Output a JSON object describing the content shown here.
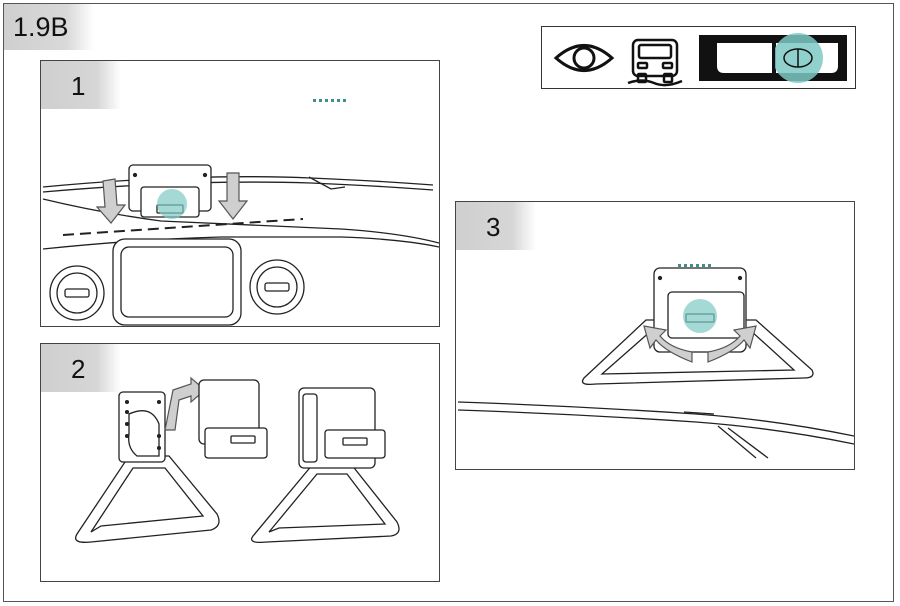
{
  "section": {
    "label": "1.9B"
  },
  "steps": [
    {
      "number": "1"
    },
    {
      "number": "2"
    },
    {
      "number": "3"
    }
  ],
  "icons": [
    "eye-icon",
    "vehicle-front-icon",
    "windshield-camera-position-icon"
  ],
  "colors": {
    "highlight": "#7dc9c4",
    "indicator": "#3f8f8c",
    "arrow": "#c8c8c8",
    "line": "#222222"
  }
}
